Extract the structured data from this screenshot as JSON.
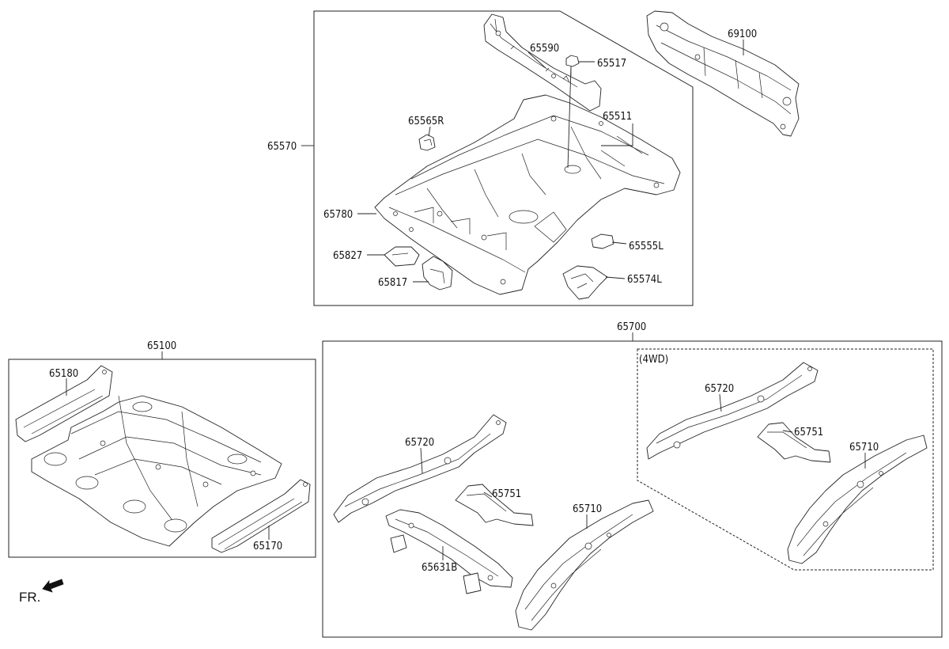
{
  "diagram": {
    "groups": {
      "rear_floor": "65570",
      "front_floor": "65100",
      "side_members": "65700",
      "four_wd": "(4WD)"
    },
    "parts": {
      "p65590": "65590",
      "p65517": "65517",
      "p65565R": "65565R",
      "p65511": "65511",
      "p65780": "65780",
      "p65827": "65827",
      "p65817": "65817",
      "p65555L": "65555L",
      "p65574L": "65574L",
      "p69100": "69100",
      "p65180": "65180",
      "p65170": "65170",
      "p65720a": "65720",
      "p65751a": "65751",
      "p65631B": "65631B",
      "p65710a": "65710",
      "p65720b": "65720",
      "p65751b": "65751",
      "p65710b": "65710"
    },
    "front_indicator": "FR."
  }
}
